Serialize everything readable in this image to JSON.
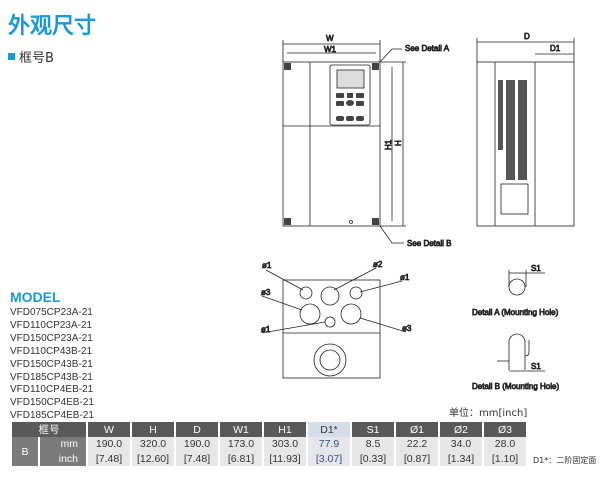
{
  "title": "外观尺寸",
  "frame_label": "框号B",
  "drawing": {
    "front": {
      "w": "W",
      "w1": "W1",
      "h": "H",
      "h1": "H1",
      "detail_a": "See Detail A",
      "detail_b": "See Detail B"
    },
    "side": {
      "d": "D",
      "d1": "D1"
    },
    "bottom": {
      "labels": [
        "ø1",
        "ø2",
        "ø1",
        "ø3",
        "ø1",
        "ø3"
      ]
    },
    "detail_a": {
      "s1": "S1",
      "caption": "Detail A (Mounting Hole)"
    },
    "detail_b": {
      "s1": "S1",
      "caption": "Detail B (Mounting Hole)"
    }
  },
  "model_heading": "MODEL",
  "models": [
    "VFD075CP23A-21",
    "VFD110CP23A-21",
    "VFD150CP23A-21",
    "VFD110CP43B-21",
    "VFD150CP43B-21",
    "VFD185CP43B-21",
    "VFD110CP4EB-21",
    "VFD150CP4EB-21",
    "VFD185CP4EB-21"
  ],
  "unit": "单位：mm[inch]",
  "table": {
    "frame_header": "框号",
    "headers": [
      "W",
      "H",
      "D",
      "W1",
      "H1",
      "D1*",
      "S1",
      "Ø1",
      "Ø2",
      "Ø3"
    ],
    "frame": "B",
    "rows": [
      {
        "unit": "mm",
        "values": [
          "190.0",
          "320.0",
          "190.0",
          "173.0",
          "303.0",
          "77.9",
          "8.5",
          "22.2",
          "34.0",
          "28.0"
        ]
      },
      {
        "unit": "inch",
        "values": [
          "[7.48]",
          "[12.60]",
          "[7.48]",
          "[6.81]",
          "[11.93]",
          "[3.07]",
          "[0.33]",
          "[0.87]",
          "[1.34]",
          "[1.10]"
        ]
      }
    ]
  },
  "note": "D1*：二阶固定面"
}
